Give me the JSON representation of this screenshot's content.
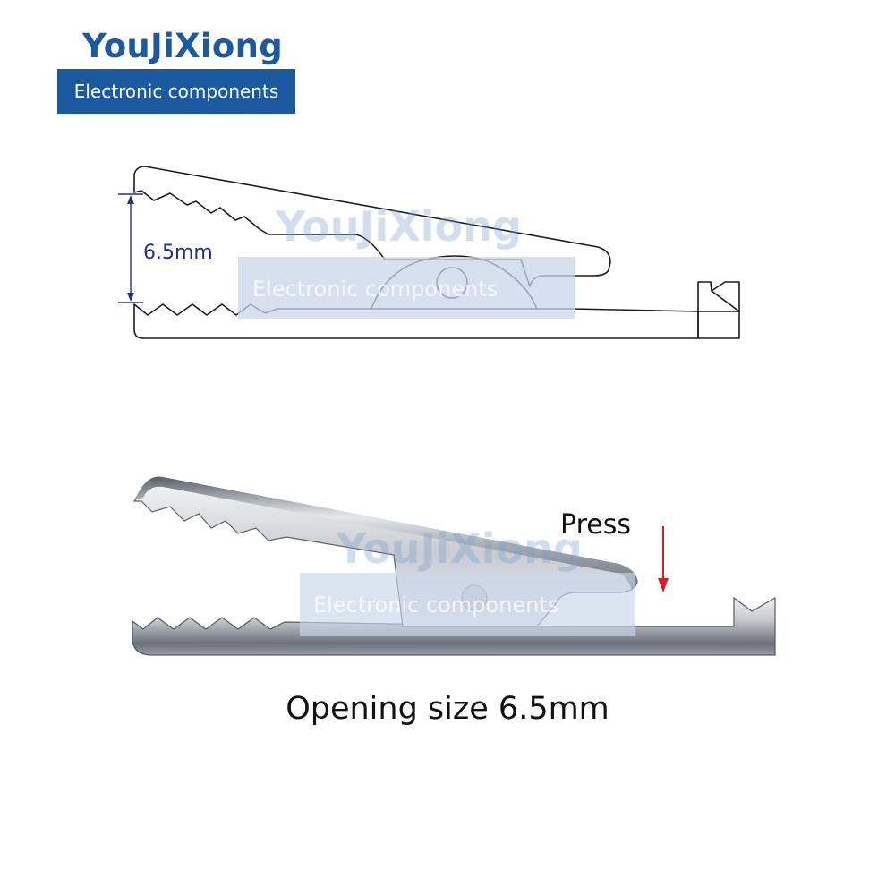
{
  "brand": {
    "name": "YouJiXiong",
    "tagline": "Electronic components"
  },
  "diagram": {
    "dimension_label": "6.5mm",
    "press_label": "Press",
    "caption": "Opening size 6.5mm"
  },
  "watermark": {
    "name": "YouJiXiong",
    "tagline": "Electronic components"
  },
  "colors": {
    "brand_blue": "#1b5aa0",
    "dimension_blue": "#24308a",
    "press_arrow": "#d2202a",
    "watermark_box": "#c8d6ea"
  }
}
